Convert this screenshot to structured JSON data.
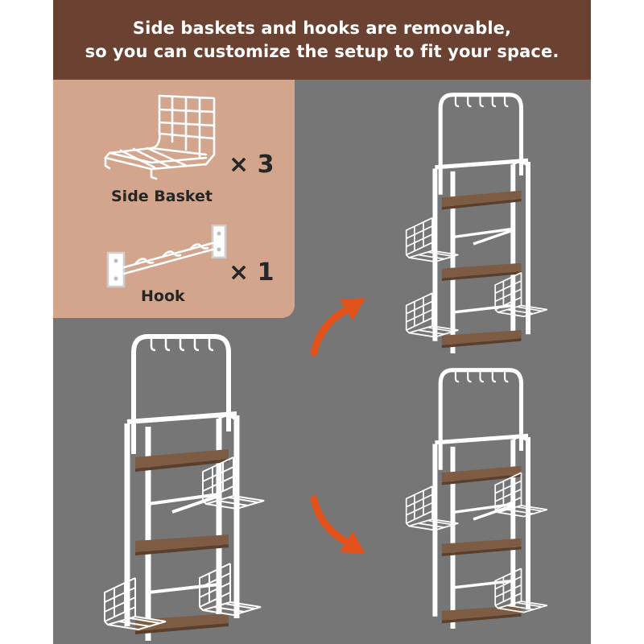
{
  "header": {
    "line1": "Side baskets and hooks are removable,",
    "line2": "so you can customize the setup to fit your space."
  },
  "parts": {
    "basket_label": "Side Basket",
    "basket_qty": "× 3",
    "hook_label": "Hook",
    "hook_qty": "× 1"
  },
  "colors": {
    "header_bg": "#6b4131",
    "parts_panel_bg": "#d3a58c",
    "gray_bg": "#767676",
    "arrow": "#e2531b",
    "frame": "#ffffff",
    "shelf_wood": "#7d5c43"
  },
  "icons": [
    "side-basket-icon",
    "hook-bar-icon",
    "arrow-up-right-icon",
    "arrow-down-right-icon"
  ]
}
